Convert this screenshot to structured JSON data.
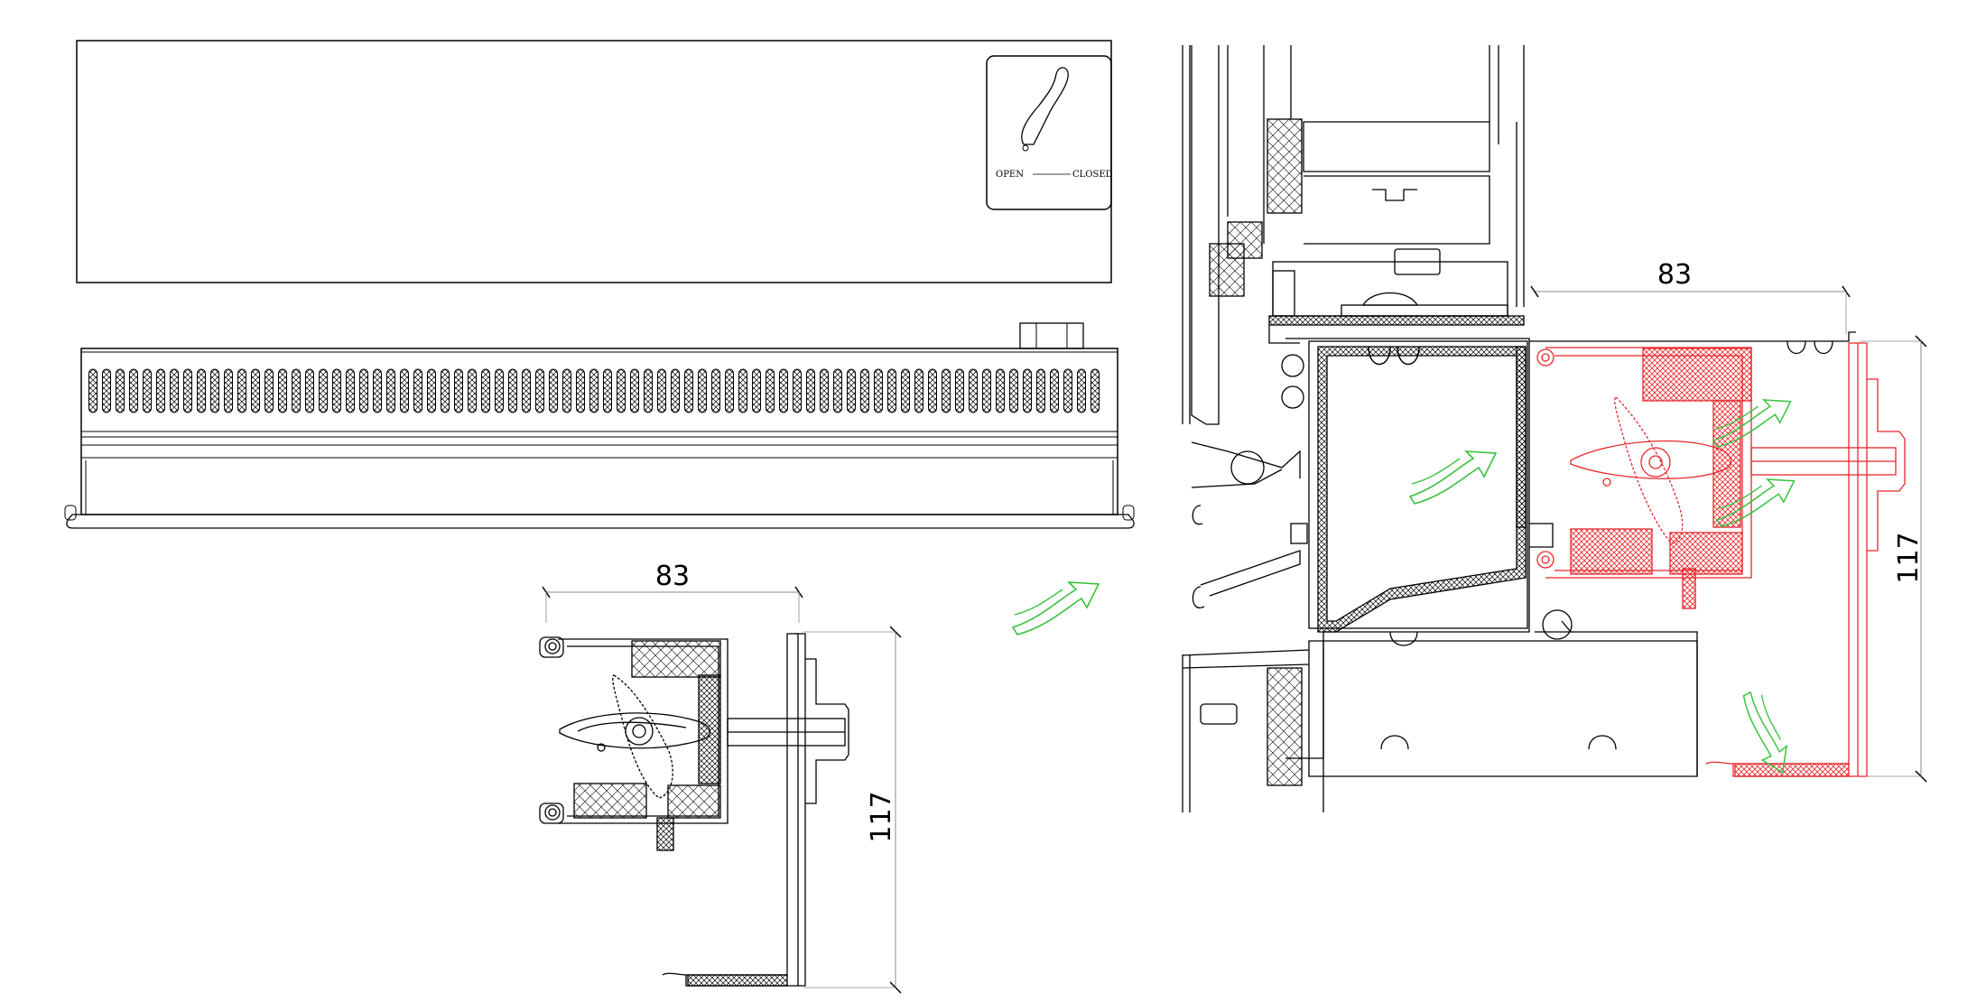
{
  "vent_panel": {
    "handle_label_open": "OPEN",
    "handle_label_closed": "CLOSED"
  },
  "detail_section": {
    "dimension_width": "83",
    "dimension_height": "117"
  },
  "installed_section": {
    "dimension_width": "83",
    "dimension_height": "117"
  },
  "colors": {
    "line": "#000000",
    "highlight": "#e8262b",
    "airflow": "#33c13a",
    "dim_line": "#8a8a8a"
  },
  "icons": [
    "handle-icon",
    "airflow-arrow-icon"
  ]
}
